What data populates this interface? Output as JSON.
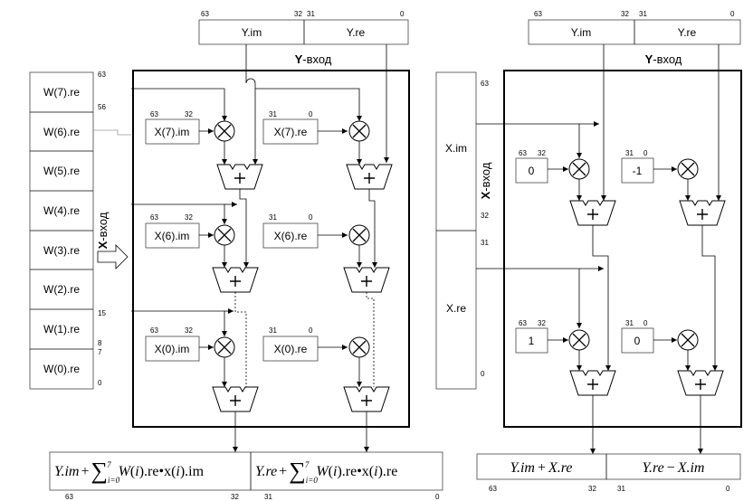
{
  "left": {
    "bits_top": [
      "63",
      "32",
      "31",
      "0"
    ],
    "y_fields": [
      "Y.im",
      "Y.re"
    ],
    "y_input_prefix": "Y",
    "y_input_suffix": "-вход",
    "x_input_prefix": "X",
    "x_input_suffix": "-вход",
    "w_registers": [
      "W(7).re",
      "W(6).re",
      "W(5).re",
      "W(4).re",
      "W(3).re",
      "W(2).re",
      "W(1).re",
      "W(0).re"
    ],
    "w_bit_labels": [
      "63",
      "56",
      "15",
      "8",
      "7",
      "0"
    ],
    "stage_bits": [
      "63",
      "32",
      "31",
      "0"
    ],
    "x_regs": [
      {
        "im": "X(7).im",
        "re": "X(7).re"
      },
      {
        "im": "X(6).im",
        "re": "X(6).re"
      },
      {
        "im": "X(0).im",
        "re": "X(0).re"
      }
    ],
    "out_im": {
      "a": "Y",
      "b": ".im",
      "c": "+",
      "d": "∑",
      "e": "i=0",
      "f": "7",
      "g": "W",
      "h": "(",
      "i": "i",
      "j": ").re•x(",
      "k": "i",
      "l": ").im"
    },
    "out_re": {
      "a": "Y",
      "b": ".re",
      "c": "+",
      "d": "∑",
      "e": "i=0",
      "f": "7",
      "g": "W",
      "h": "(",
      "i": "i",
      "j": ").re•x(",
      "k": "i",
      "l": ").re"
    },
    "bits_bottom": [
      "63",
      "32",
      "31",
      "0"
    ]
  },
  "right": {
    "bits_top": [
      "63",
      "32",
      "31",
      "0"
    ],
    "y_fields": [
      "Y.im",
      "Y.re"
    ],
    "y_input_prefix": "Y",
    "y_input_suffix": "-вход",
    "x_input_prefix": "X",
    "x_input_suffix": "-вход",
    "x_fields": [
      "X.im",
      "X.re"
    ],
    "x_bit_labels": [
      "63",
      "32",
      "31",
      "0"
    ],
    "stage_bits": [
      "63",
      "32",
      "31",
      "0"
    ],
    "constants": [
      {
        "im": "0",
        "re": "-1"
      },
      {
        "im": "1",
        "re": "0"
      }
    ],
    "out_im": {
      "a": "Y",
      "b": ".im",
      "c": "+",
      "d": "X",
      "e": ".re"
    },
    "out_re": {
      "a": "Y",
      "b": ".re",
      "c": "−",
      "d": "X",
      "e": ".im"
    },
    "bits_bottom": [
      "63",
      "32",
      "31",
      "0"
    ]
  }
}
